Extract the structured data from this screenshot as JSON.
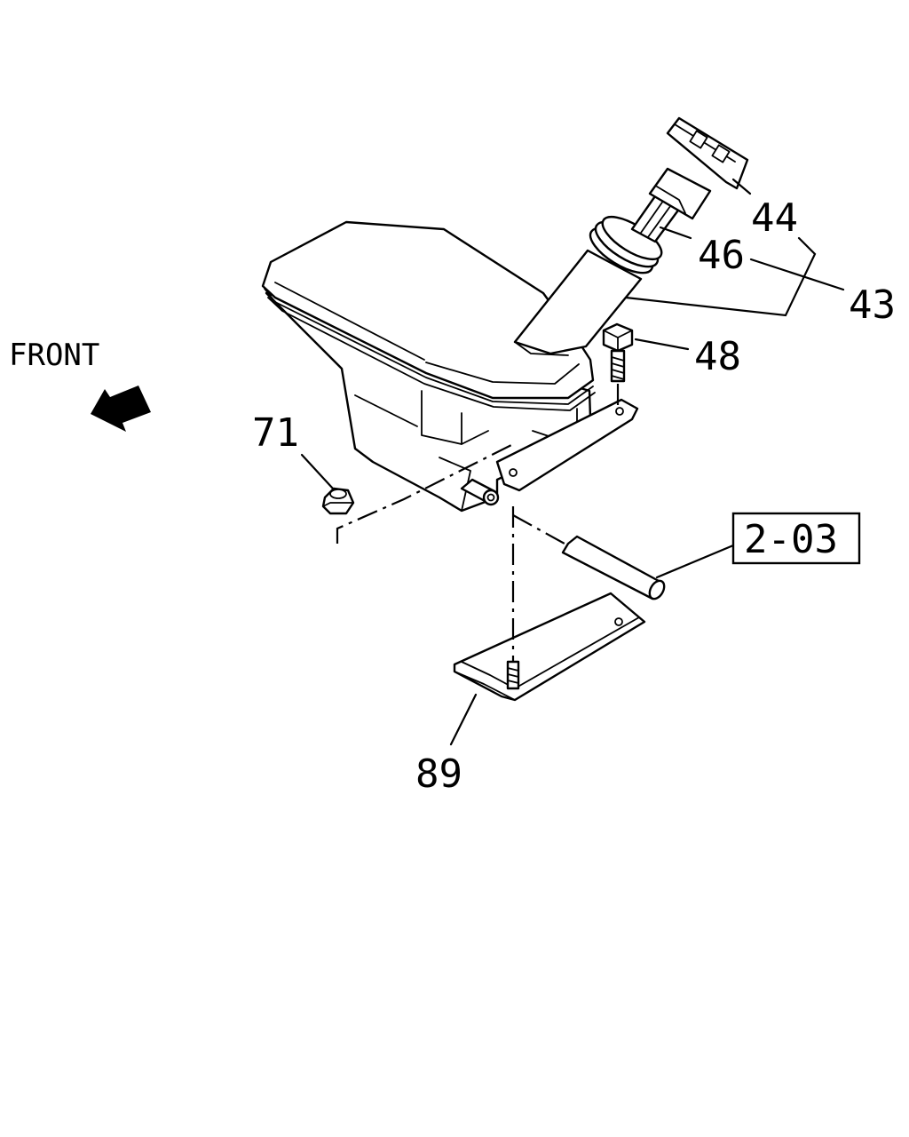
{
  "front_label": "FRONT",
  "callouts": {
    "c44": "44",
    "c46": "46",
    "c43": "43",
    "c48": "48",
    "c71": "71",
    "c89": "89",
    "ref": "2-03"
  },
  "icons": {
    "front_arrow": "front-arrow-icon"
  },
  "colors": {
    "line": "#000000",
    "background": "#ffffff"
  }
}
